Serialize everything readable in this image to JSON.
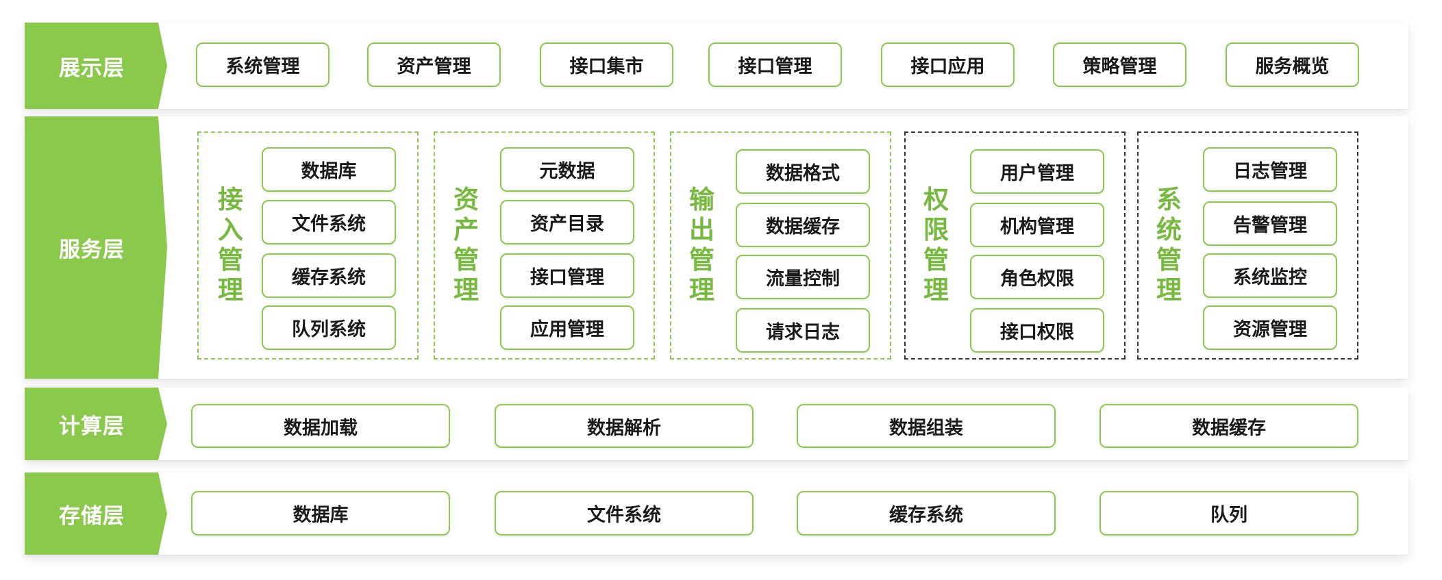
{
  "layers": {
    "presentation": {
      "label": "展示层",
      "items": [
        "系统管理",
        "资产管理",
        "接口集市",
        "接口管理",
        "接口应用",
        "策略管理",
        "服务概览"
      ]
    },
    "service": {
      "label": "服务层",
      "groups": [
        {
          "title": [
            "接",
            "入",
            "管",
            "理"
          ],
          "items": [
            "数据库",
            "文件系统",
            "缓存系统",
            "队列系统"
          ]
        },
        {
          "title": [
            "资",
            "产",
            "管",
            "理"
          ],
          "items": [
            "元数据",
            "资产目录",
            "接口管理",
            "应用管理"
          ]
        },
        {
          "title": [
            "输",
            "出",
            "管",
            "理"
          ],
          "items": [
            "数据格式",
            "数据缓存",
            "流量控制",
            "请求日志"
          ]
        },
        {
          "title": [
            "权",
            "限",
            "管",
            "理"
          ],
          "items": [
            "用户管理",
            "机构管理",
            "角色权限",
            "接口权限"
          ]
        },
        {
          "title": [
            "系",
            "统",
            "管",
            "理"
          ],
          "items": [
            "日志管理",
            "告警管理",
            "系统监控",
            "资源管理"
          ]
        }
      ]
    },
    "compute": {
      "label": "计算层",
      "items": [
        "数据加载",
        "数据解析",
        "数据组装",
        "数据缓存"
      ]
    },
    "storage": {
      "label": "存储层",
      "items": [
        "数据库",
        "文件系统",
        "缓存系统",
        "队列"
      ]
    }
  },
  "colors": {
    "accent_green": "#8bc94d",
    "title_green": "#77b83f",
    "dark_border": "#333333"
  }
}
